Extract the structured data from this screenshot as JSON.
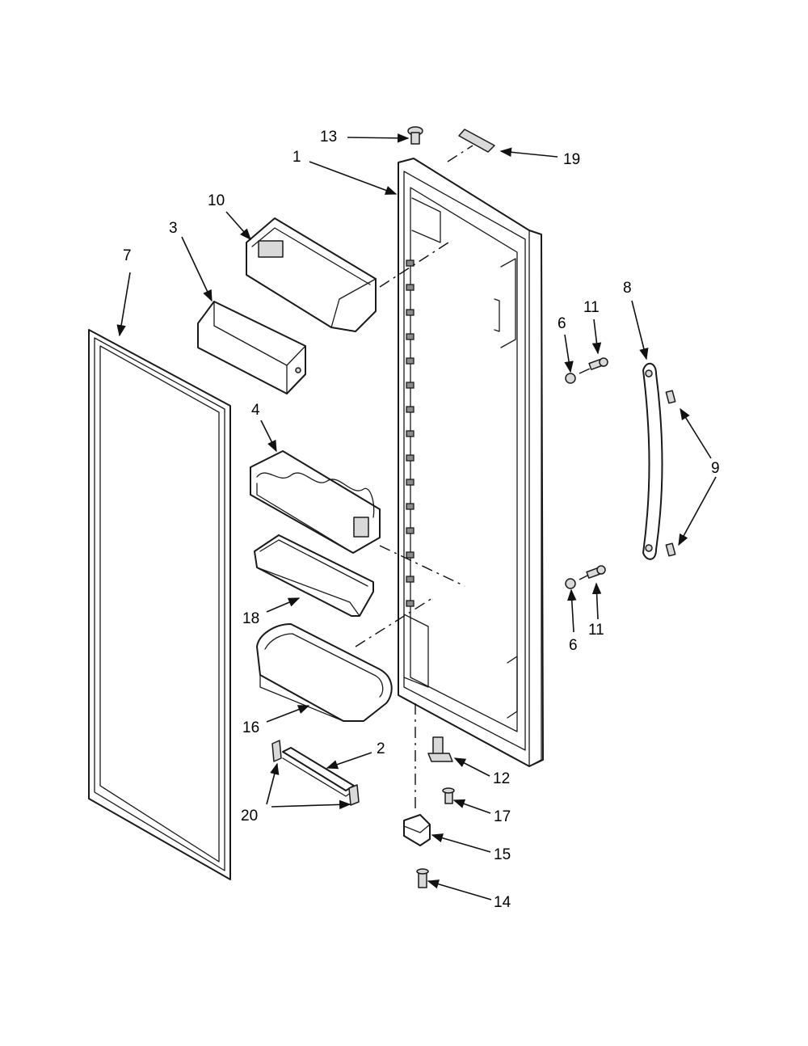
{
  "diagram": {
    "callouts": [
      {
        "id": "c1",
        "text": "1"
      },
      {
        "id": "c2",
        "text": "2"
      },
      {
        "id": "c3",
        "text": "3"
      },
      {
        "id": "c4",
        "text": "4"
      },
      {
        "id": "c6a",
        "text": "6"
      },
      {
        "id": "c6b",
        "text": "6"
      },
      {
        "id": "c7",
        "text": "7"
      },
      {
        "id": "c8",
        "text": "8"
      },
      {
        "id": "c9",
        "text": "9"
      },
      {
        "id": "c10",
        "text": "10"
      },
      {
        "id": "c11a",
        "text": "11"
      },
      {
        "id": "c11b",
        "text": "11"
      },
      {
        "id": "c12",
        "text": "12"
      },
      {
        "id": "c13",
        "text": "13"
      },
      {
        "id": "c14",
        "text": "14"
      },
      {
        "id": "c15",
        "text": "15"
      },
      {
        "id": "c16",
        "text": "16"
      },
      {
        "id": "c17",
        "text": "17"
      },
      {
        "id": "c18",
        "text": "18"
      },
      {
        "id": "c19",
        "text": "19"
      },
      {
        "id": "c20",
        "text": "20"
      }
    ]
  }
}
